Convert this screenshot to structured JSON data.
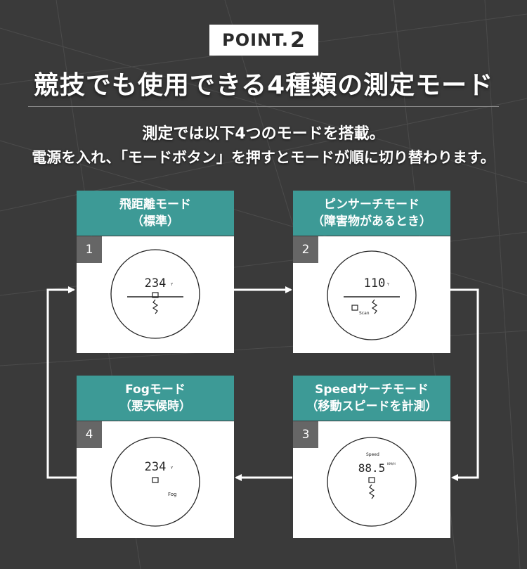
{
  "badge": {
    "label": "POINT.",
    "number": "2"
  },
  "headline": "競技でも使用できる4種類の測定モード",
  "description": {
    "line1": "測定では以下4つのモードを搭載。",
    "line2": "電源を入れ、「モードボタン」を押すとモードが順に切り替わります。"
  },
  "modes": [
    {
      "number": "1",
      "title": "飛距離モード",
      "subtitle": "（標準）",
      "display": {
        "reading": "234",
        "unit": "Y",
        "caption": ""
      }
    },
    {
      "number": "2",
      "title": "ピンサーチモード",
      "subtitle": "（障害物があるとき）",
      "display": {
        "reading": "110",
        "unit": "Y",
        "caption": "Scan"
      }
    },
    {
      "number": "3",
      "title": "Speedサーチモード",
      "subtitle": "（移動スピードを計測）",
      "display": {
        "reading": "88.5",
        "unit": "KM/H",
        "caption": "Speed"
      }
    },
    {
      "number": "4",
      "title": "Fogモード",
      "subtitle": "（悪天候時）",
      "display": {
        "reading": "234",
        "unit": "Y",
        "caption": "Fog"
      }
    }
  ],
  "colors": {
    "label_bg": "#3d9a96",
    "background": "#3a3a3a",
    "number_box": "#666666"
  }
}
